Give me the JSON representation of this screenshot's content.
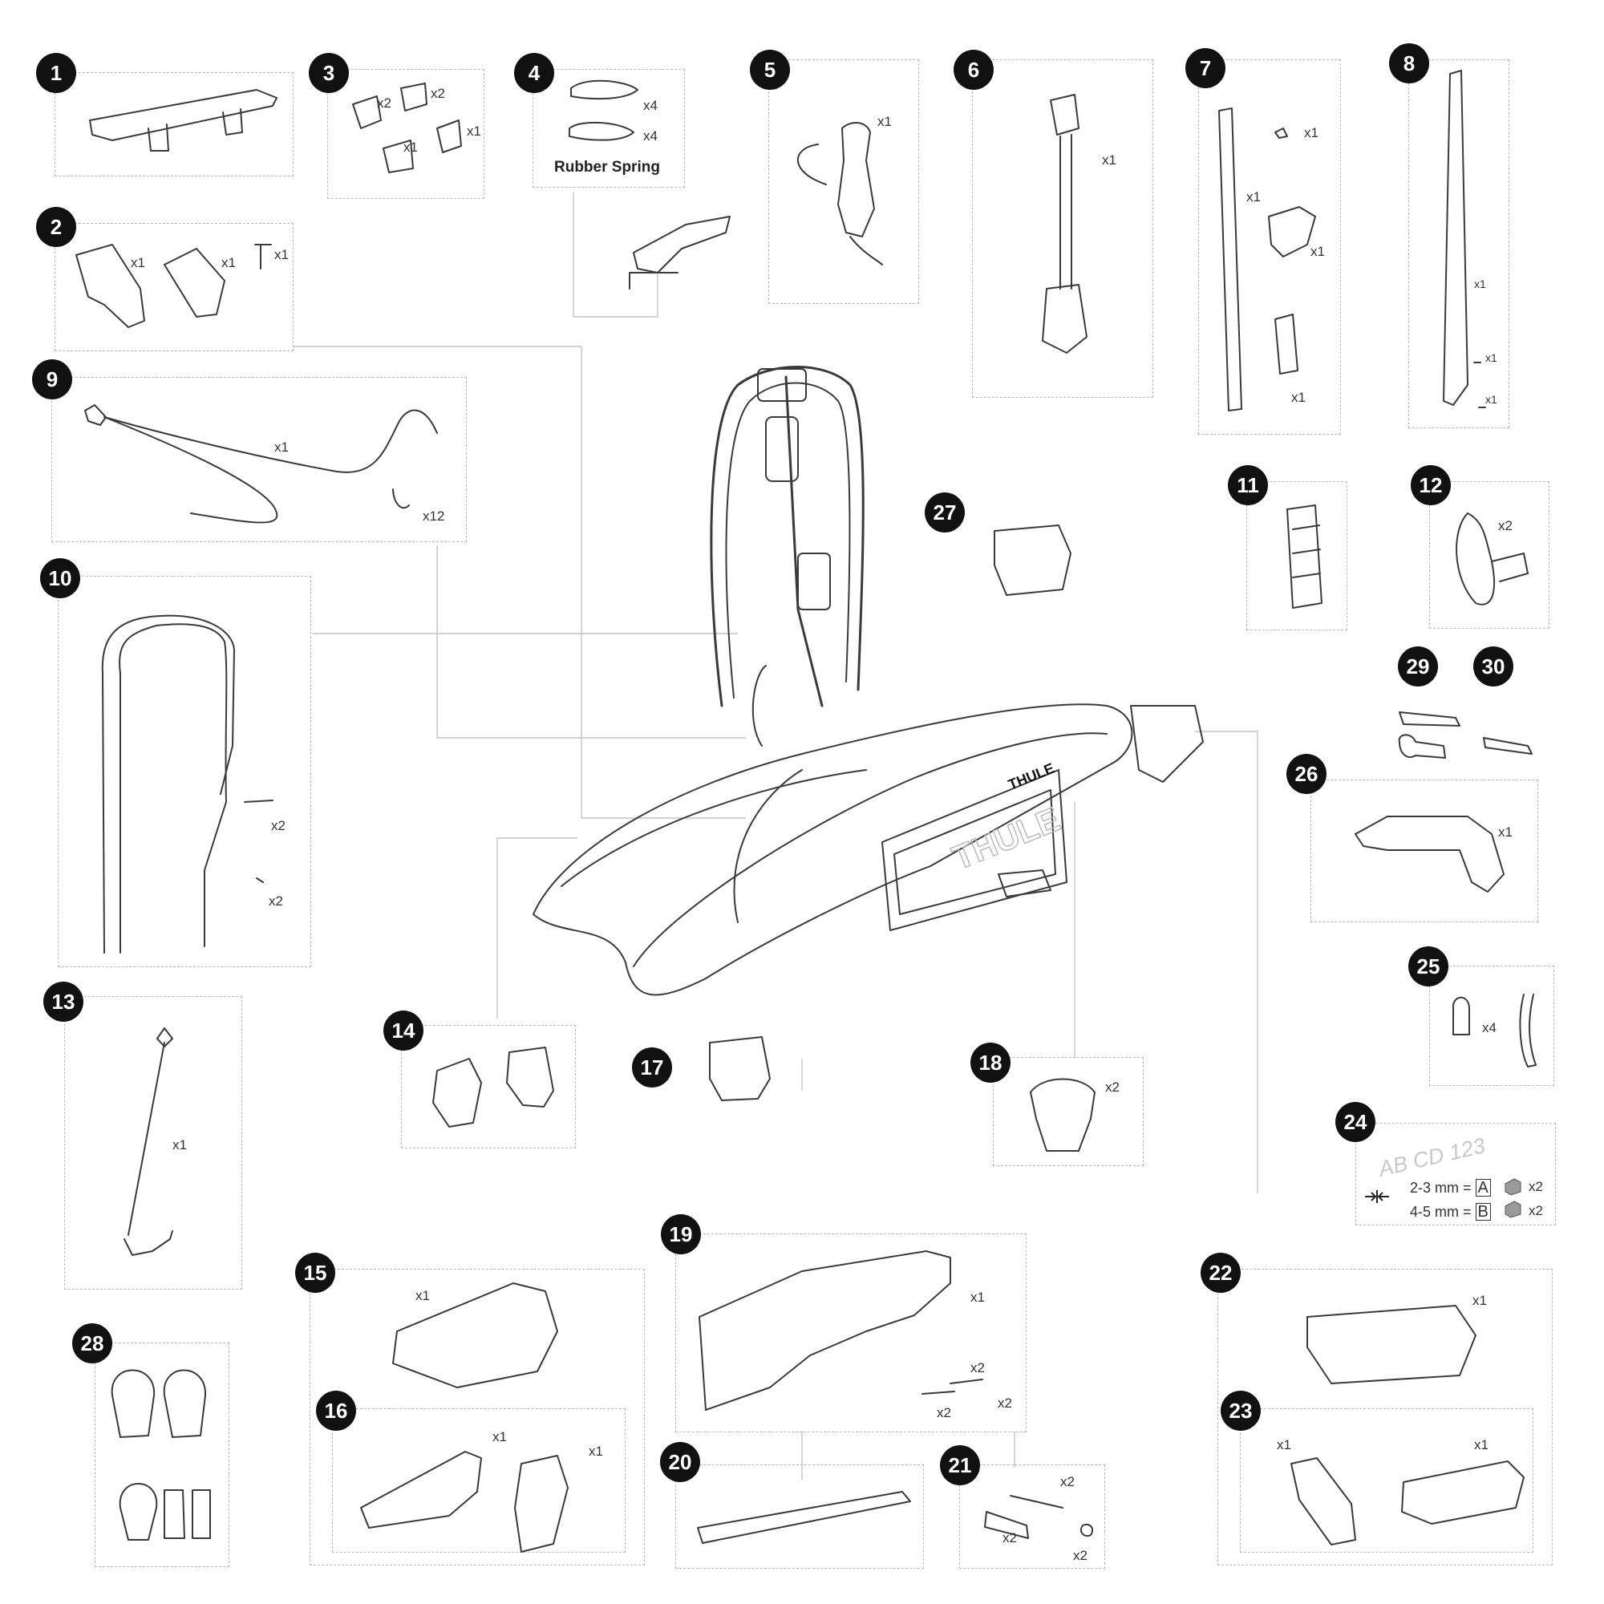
{
  "parts": [
    {
      "number": "1",
      "quantities": []
    },
    {
      "number": "2",
      "quantities": [
        "x1",
        "x1",
        "x1"
      ]
    },
    {
      "number": "3",
      "quantities": [
        "x2",
        "x2",
        "x1",
        "x1"
      ]
    },
    {
      "number": "4",
      "quantities": [
        "x4",
        "x4"
      ],
      "label": "Rubber Spring"
    },
    {
      "number": "5",
      "quantities": [
        "x1"
      ]
    },
    {
      "number": "6",
      "quantities": [
        "x1"
      ]
    },
    {
      "number": "7",
      "quantities": [
        "x1",
        "x1",
        "x1",
        "x1"
      ]
    },
    {
      "number": "8",
      "quantities": [
        "x1",
        "x1",
        "x1"
      ]
    },
    {
      "number": "9",
      "quantities": [
        "x1",
        "x12"
      ]
    },
    {
      "number": "10",
      "quantities": [
        "x2",
        "x2"
      ]
    },
    {
      "number": "11",
      "quantities": []
    },
    {
      "number": "12",
      "quantities": [
        "x2"
      ]
    },
    {
      "number": "13",
      "quantities": [
        "x1"
      ]
    },
    {
      "number": "14",
      "quantities": []
    },
    {
      "number": "15",
      "quantities": [
        "x1"
      ]
    },
    {
      "number": "16",
      "quantities": [
        "x1",
        "x1"
      ]
    },
    {
      "number": "17",
      "quantities": []
    },
    {
      "number": "18",
      "quantities": [
        "x2"
      ]
    },
    {
      "number": "19",
      "quantities": [
        "x1",
        "x2",
        "x2",
        "x2"
      ]
    },
    {
      "number": "20",
      "quantities": []
    },
    {
      "number": "21",
      "quantities": [
        "x2",
        "x2",
        "x2"
      ]
    },
    {
      "number": "22",
      "quantities": [
        "x1"
      ]
    },
    {
      "number": "23",
      "quantities": [
        "x1",
        "x1"
      ]
    },
    {
      "number": "24",
      "quantities": [
        "x2",
        "x2"
      ],
      "plate_text": "AB CD 123",
      "spec_a": "2-3 mm =",
      "spec_a_key": "A",
      "spec_b": "4-5 mm =",
      "spec_b_key": "B"
    },
    {
      "number": "25",
      "quantities": [
        "x4"
      ]
    },
    {
      "number": "26",
      "quantities": [
        "x1"
      ]
    },
    {
      "number": "27",
      "quantities": []
    },
    {
      "number": "28",
      "quantities": []
    },
    {
      "number": "29",
      "quantities": []
    },
    {
      "number": "30",
      "quantities": []
    }
  ],
  "brand": {
    "logo_text": "THULE"
  },
  "colors": {
    "badge": "#111111",
    "line": "#3a3a3a",
    "dashed": "#b9b9b9",
    "leader": "#c4c4c4"
  }
}
